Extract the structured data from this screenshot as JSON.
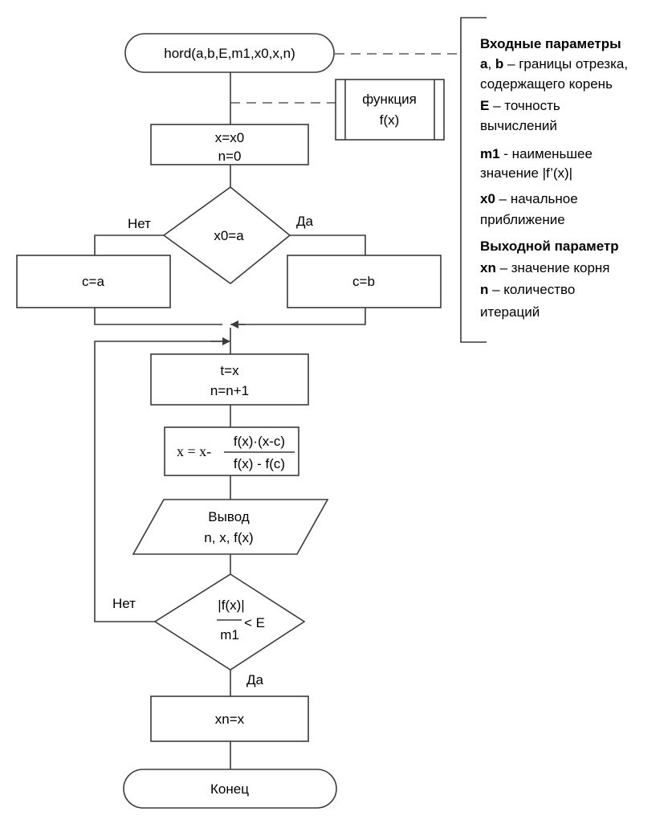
{
  "start": {
    "label": "hord(a,b,E,m1,x0,x,n)"
  },
  "function_block": {
    "line1": "функция",
    "line2": "f(x)"
  },
  "init": {
    "line1": "x=x0",
    "line2": "n=0"
  },
  "decision1": {
    "label": "x0=a",
    "no": "Нет",
    "yes": "Да"
  },
  "assign_left": {
    "label": "c=a"
  },
  "assign_right": {
    "label": "c=b"
  },
  "iter": {
    "line1": "t=x",
    "line2": "n=n+1"
  },
  "formula": {
    "lhs": "x = x-",
    "numerator": "f(x)·(x-c)",
    "denominator": "f(x) - f(c)"
  },
  "output": {
    "line1": "Вывод",
    "line2": "n, x, f(x)"
  },
  "decision2": {
    "numerator": "|f(x)|",
    "denominator": "m1",
    "compare": "< E",
    "no": "Нет",
    "yes": "Да"
  },
  "result": {
    "label": "xn=x"
  },
  "end": {
    "label": "Конец"
  },
  "params": {
    "input_title": "Входные параметры",
    "a_b_key": "a",
    "a_b_sep": ", ",
    "b_key": "b",
    "a_b_desc1": " – границы отрезка,",
    "a_b_desc2": "содержащего корень",
    "e_key": "E",
    "e_desc1": " – точность",
    "e_desc2": "вычислений",
    "m1_key": "m1",
    "m1_desc1": " - наименьшее",
    "m1_desc2": "значение |f’(x)|",
    "x0_key": "x0",
    "x0_desc1": " – начальное",
    "x0_desc2": "приближение",
    "output_title": "Выходной параметр",
    "xn_key": "xn",
    "xn_desc": " – значение корня",
    "n_key": "n",
    "n_desc1": " – количество",
    "n_desc2": "итераций"
  }
}
